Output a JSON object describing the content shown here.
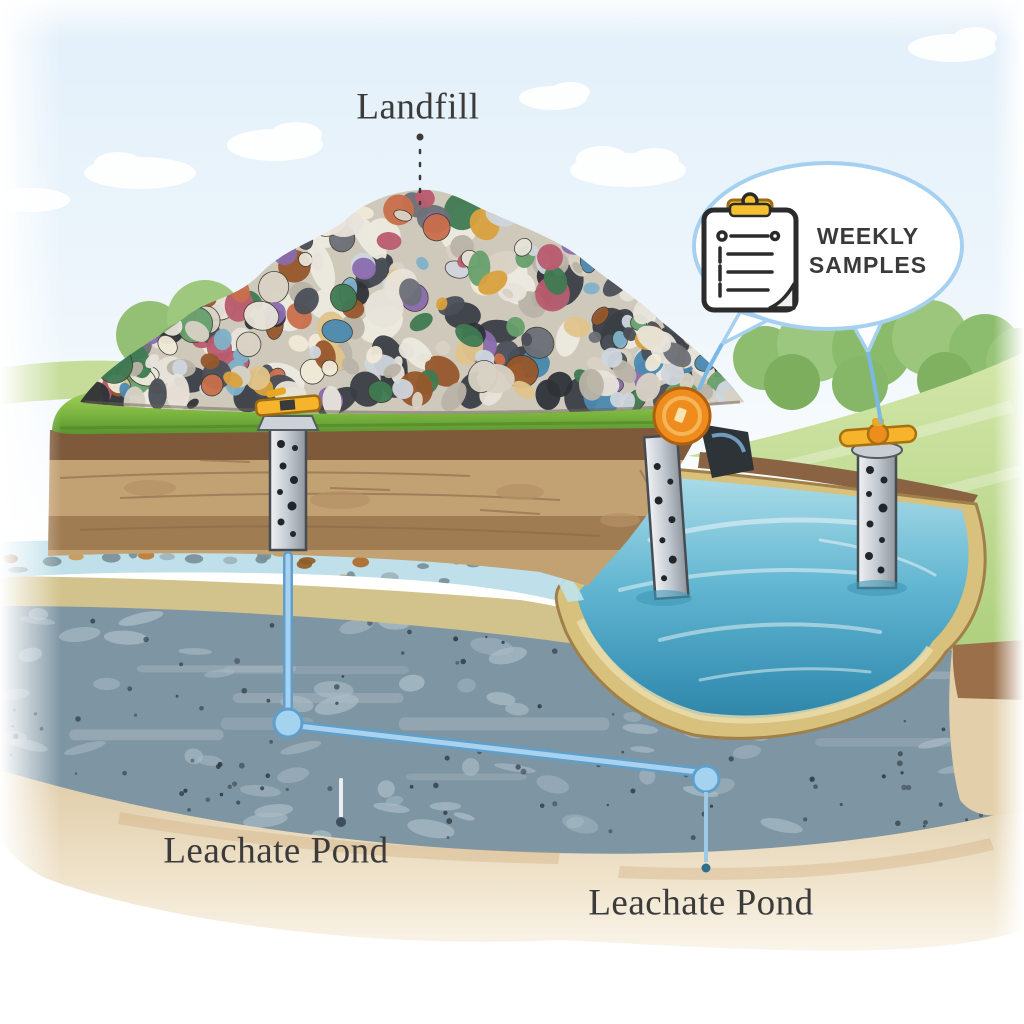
{
  "diagram": {
    "title_label": "Landfill",
    "callout": {
      "line1": "WEEKLY",
      "line2": "SAMPLES",
      "icon": "clipboard-icon"
    },
    "labels": {
      "pond_left": "Leachate Pond",
      "pond_center": "Leachate Pond"
    },
    "features": {
      "wells": [
        "monitoring-well-1",
        "monitoring-well-2",
        "monitoring-well-3"
      ],
      "pipe": "leachate-collection-pipe"
    },
    "colors": {
      "label_text": "#3b3b3b",
      "callout_border": "#a6d0f0",
      "pipe_blue": "#8cc3e8",
      "pond_water": "#55aecb",
      "grass": "#8fc04f",
      "soil_tan": "#c2a173",
      "aquifer_gray": "#7e95a3",
      "sand": "#e8d7bb",
      "valve_yellow": "#f2b83c",
      "gauge_orange": "#ee8d1d"
    }
  }
}
